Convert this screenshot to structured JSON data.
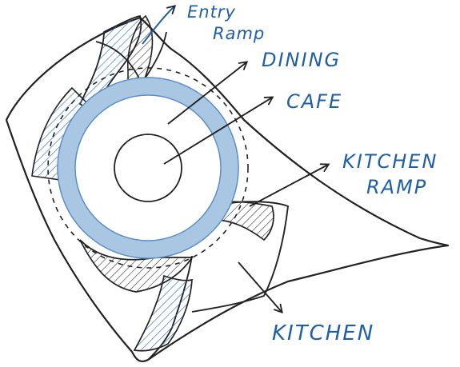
{
  "labels": {
    "entry_ramp_line1": "Entry",
    "entry_ramp_line2": "Ramp",
    "dining": "DINING",
    "cafe": "CAFE",
    "kitchen_ramp_line1": "KITCHEN",
    "kitchen_ramp_line2": "RAMP",
    "kitchen": "KITCHEN"
  },
  "colors": {
    "ink": "#222222",
    "label_ink": "#1f5fa6",
    "ring_fill": "#a9c6e2",
    "ring_stroke": "#5b8fc5",
    "hatch": "#333333",
    "blue_hatch": "#3d7dc0"
  }
}
